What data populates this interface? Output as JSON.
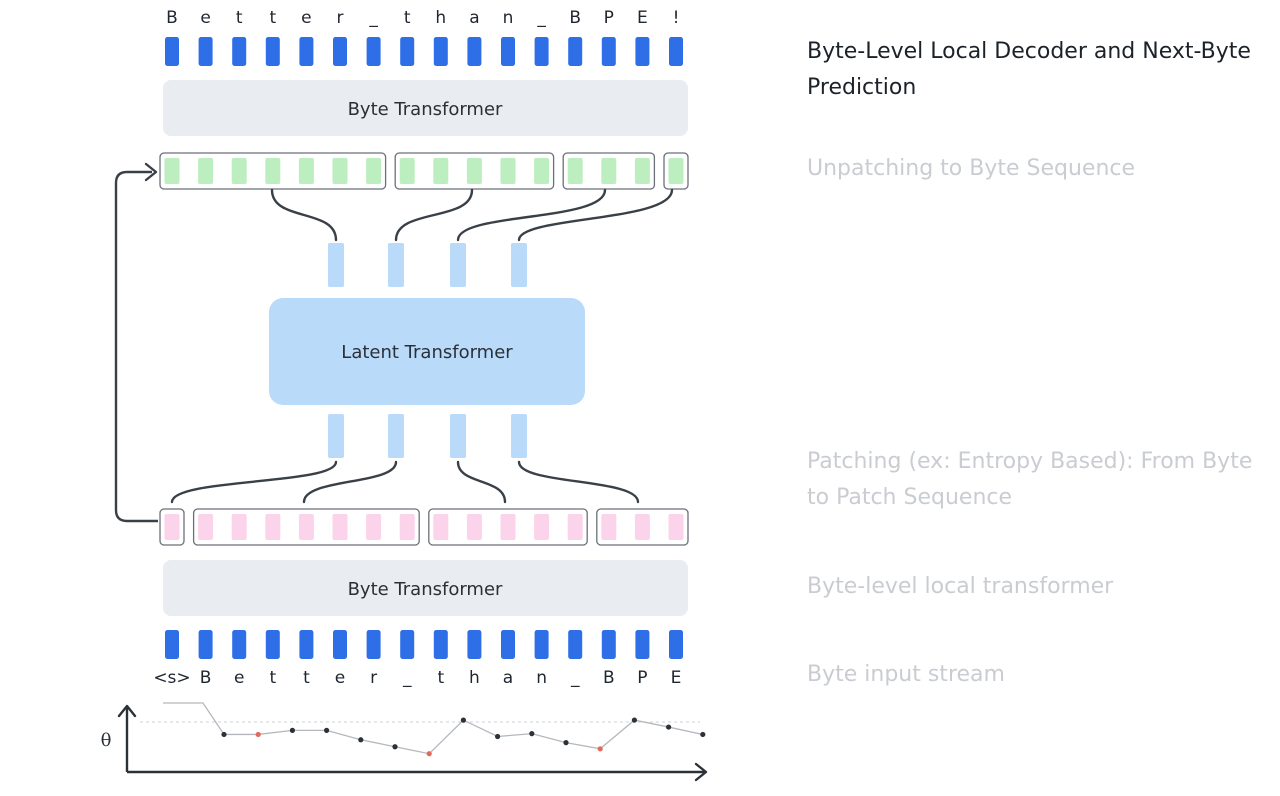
{
  "output_chars": [
    "B",
    "e",
    "t",
    "t",
    "e",
    "r",
    "_",
    "t",
    "h",
    "a",
    "n",
    "_",
    "B",
    "P",
    "E",
    "!"
  ],
  "input_chars": [
    "<s>",
    "B",
    "e",
    "t",
    "t",
    "e",
    "r",
    "_",
    "t",
    "h",
    "a",
    "n",
    "_",
    "B",
    "P",
    "E"
  ],
  "top_box_label": "Byte Transformer",
  "bottom_box_label": "Byte Transformer",
  "latent_label": "Latent Transformer",
  "theta_label": "θ",
  "descriptions": {
    "decoder": "Byte-Level Local Decoder and Next-Byte Prediction",
    "unpatching": "Unpatching to Byte Sequence",
    "patching": "Patching (ex: Entropy Based): From Byte to Patch Sequence",
    "local_transformer": "Byte-level local transformer",
    "input_stream": "Byte input stream"
  },
  "patch_groups": {
    "top": [
      7,
      5,
      3,
      1
    ],
    "bottom": [
      1,
      7,
      5,
      3
    ]
  },
  "entropy": [
    0.55,
    0.55,
    0.65,
    0.65,
    0.42,
    0.25,
    0.08,
    0.9,
    0.5,
    0.57,
    0.35,
    0.2,
    0.9,
    0.73,
    0.55
  ],
  "entropy_highlight": [
    1,
    6,
    11
  ],
  "colors": {
    "byte_blue": "#2e6ee6",
    "latent_blue": "#b9daf9",
    "patch_green": "#bdeec0",
    "patch_pink": "#fbd3ea",
    "byte_box": "#e9ecf0",
    "connector": "#3a4048",
    "highlight_red": "#e5685a"
  }
}
